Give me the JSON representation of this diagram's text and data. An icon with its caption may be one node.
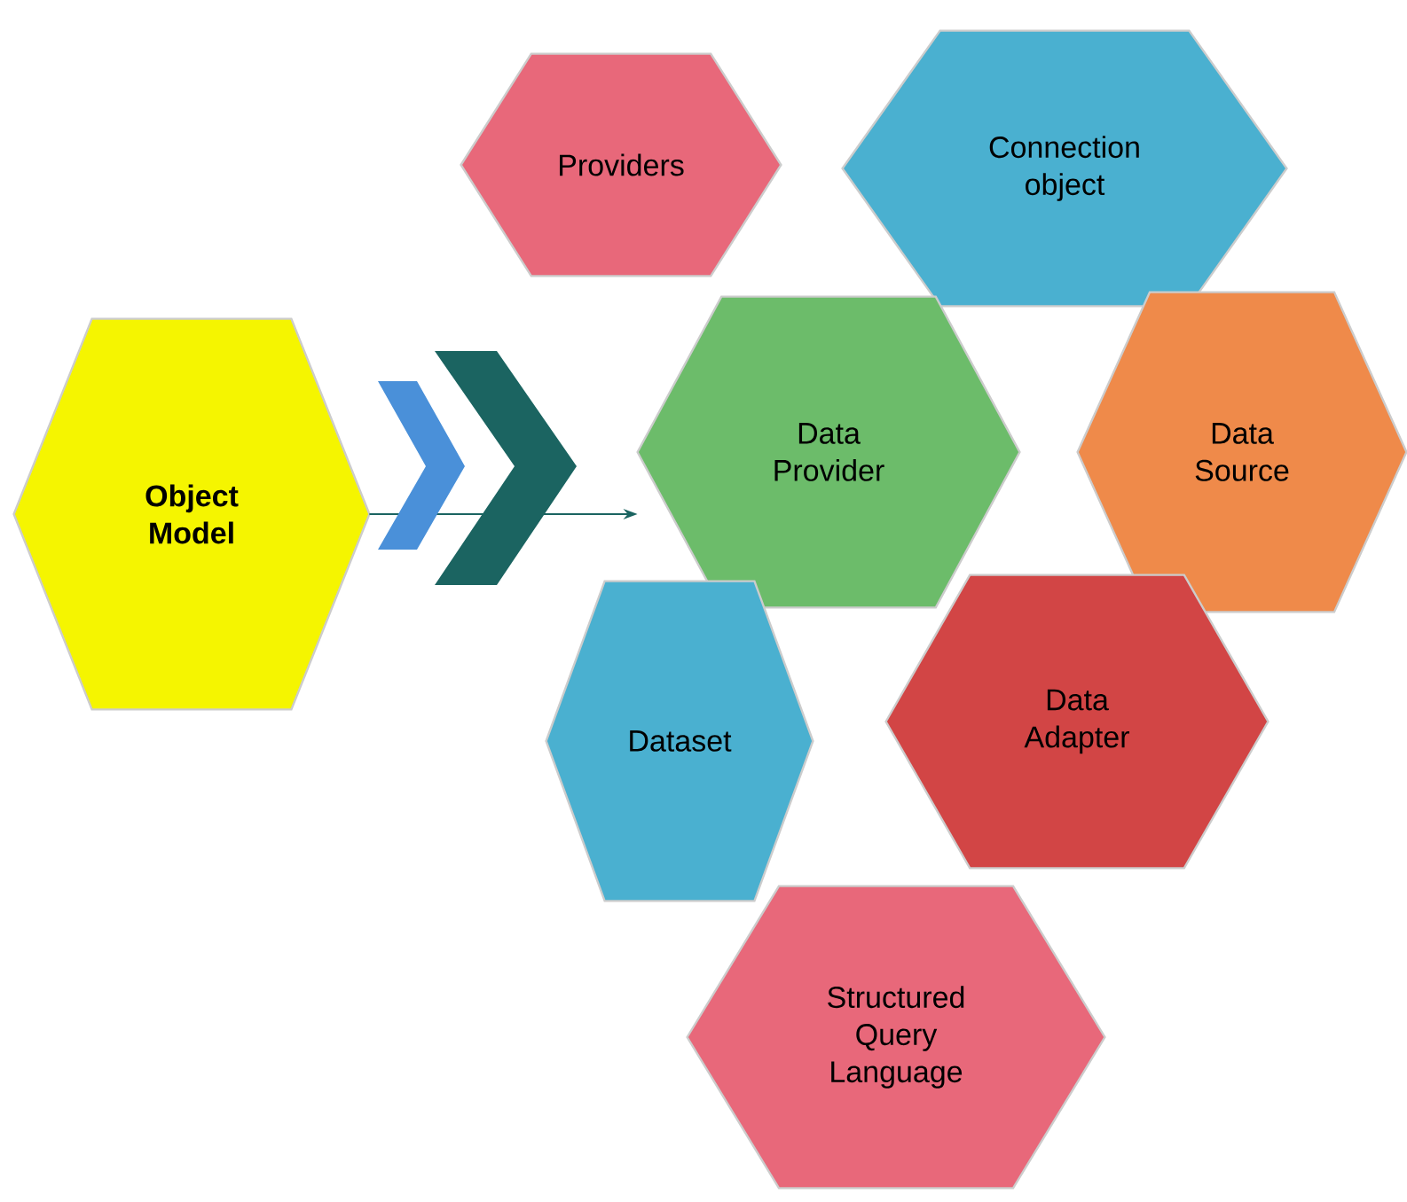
{
  "diagram": {
    "nodes": [
      {
        "text": [
          "Object Model"
        ]
      },
      {
        "text": [
          "Providers"
        ]
      },
      {
        "text": [
          "Connection object"
        ]
      },
      {
        "text": [
          "Data Provider"
        ]
      },
      {
        "text": [
          "Data Source"
        ]
      },
      {
        "text": [
          "Dataset"
        ]
      },
      {
        "text": [
          "Data Adapter"
        ]
      },
      {
        "text": [
          "Structured Query Language"
        ]
      }
    ],
    "edges": [
      {
        "from": 0,
        "to": 3,
        "arrow": "to"
      }
    ]
  }
}
